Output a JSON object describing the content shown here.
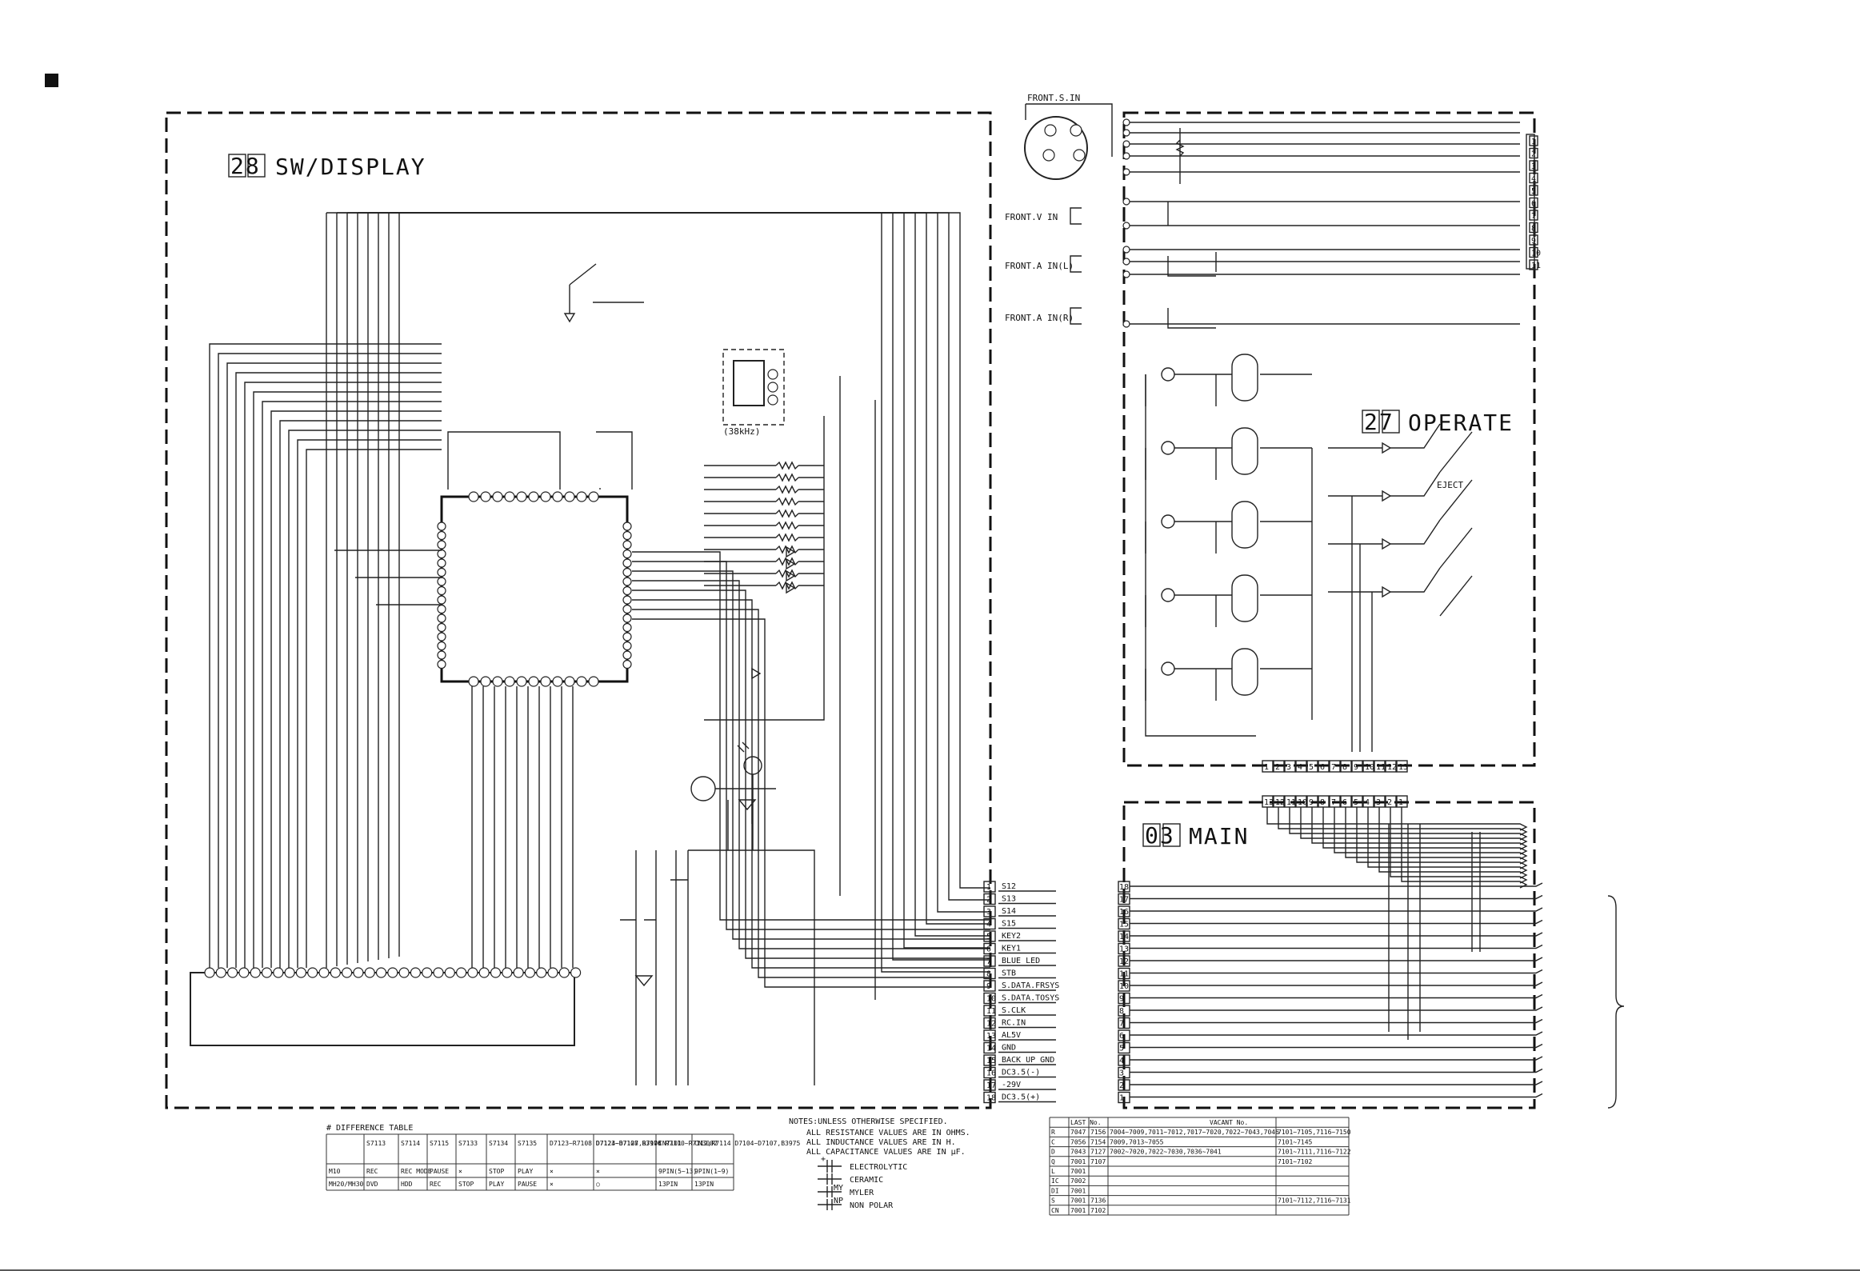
{
  "sections": {
    "sw_display": {
      "number": "28",
      "title": "SW/DISPLAY"
    },
    "operate": {
      "number": "27",
      "title": "OPERATE"
    },
    "main": {
      "number": "03",
      "title": "MAIN"
    }
  },
  "jack_labels": {
    "front_s_in": "FRONT.S.IN",
    "front_v_in": "FRONT.V IN",
    "front_a_in_l": "FRONT.A IN(L)",
    "front_a_in_r": "FRONT.A IN(R)",
    "eject": "EJECT",
    "osc": "(38kHz)"
  },
  "connector_signals": [
    "S12",
    "S13",
    "S14",
    "S15",
    "KEY2",
    "KEY1",
    "BLUE LED",
    "STB",
    "S.DATA.FRSYS",
    "S.DATA.TOSYS",
    "S.CLK",
    "RC.IN",
    "AL5V",
    "GND",
    "BACK UP GND",
    "DC3.5(-)",
    "-29V",
    "DC3.5(+)"
  ],
  "difference_table": {
    "title": "# DIFFERENCE TABLE",
    "headers": [
      "",
      "S7113",
      "S7114",
      "S7115",
      "S7133",
      "S7134",
      "S7135",
      "D7123~R7108 D7123~B7108 B3976",
      "D7124~D7127,R7108 R7110~R7112,R7114 D7104~D7107,B3975",
      "CN7101",
      "CN3002"
    ],
    "rows": [
      [
        "M10",
        "REC",
        "REC MODE",
        "PAUSE",
        "×",
        "STOP",
        "PLAY",
        "×",
        "×",
        "9PIN(5~13)",
        "9PIN(1~9)"
      ],
      [
        "MH20/MH30",
        "DVD",
        "HDD",
        "REC",
        "STOP",
        "PLAY",
        "PAUSE",
        "×",
        "○",
        "13PIN",
        "13PIN"
      ]
    ]
  },
  "notes": {
    "title": "NOTES:UNLESS OTHERWISE SPECIFIED.",
    "lines": [
      "ALL RESISTANCE VALUES ARE IN OHMS.",
      "ALL INDUCTANCE VALUES ARE IN H.",
      "ALL CAPACITANCE VALUES ARE IN μF."
    ],
    "legend": [
      "ELECTROLYTIC",
      "CERAMIC",
      "MYLER",
      "NON POLAR"
    ],
    "legend_marks": [
      "+",
      "",
      "MY",
      "NP"
    ]
  },
  "vacant_table": {
    "headers": [
      "",
      "LAST No.",
      "",
      "VACANT No."
    ],
    "rows": [
      [
        "R",
        "7047",
        "7156",
        "7004~7009,7011~7012,7017~7020,7022~7043,7046",
        "7101~7105,7116~7150"
      ],
      [
        "C",
        "7056",
        "7154",
        "7009,7013~7055",
        "7101~7145"
      ],
      [
        "D",
        "7043",
        "7127",
        "7002~7020,7022~7030,7036~7041",
        "7101~7111,7116~7122"
      ],
      [
        "Q",
        "7001",
        "7107",
        "",
        "7101~7102"
      ],
      [
        "L",
        "7001",
        "",
        "",
        ""
      ],
      [
        "IC",
        "7002",
        "",
        "",
        ""
      ],
      [
        "DI",
        "7001",
        "",
        "",
        ""
      ],
      [
        "S",
        "7001",
        "7136",
        "",
        "7101~7112,7116~7131"
      ],
      [
        "CN",
        "7001",
        "7102",
        "",
        ""
      ]
    ]
  }
}
